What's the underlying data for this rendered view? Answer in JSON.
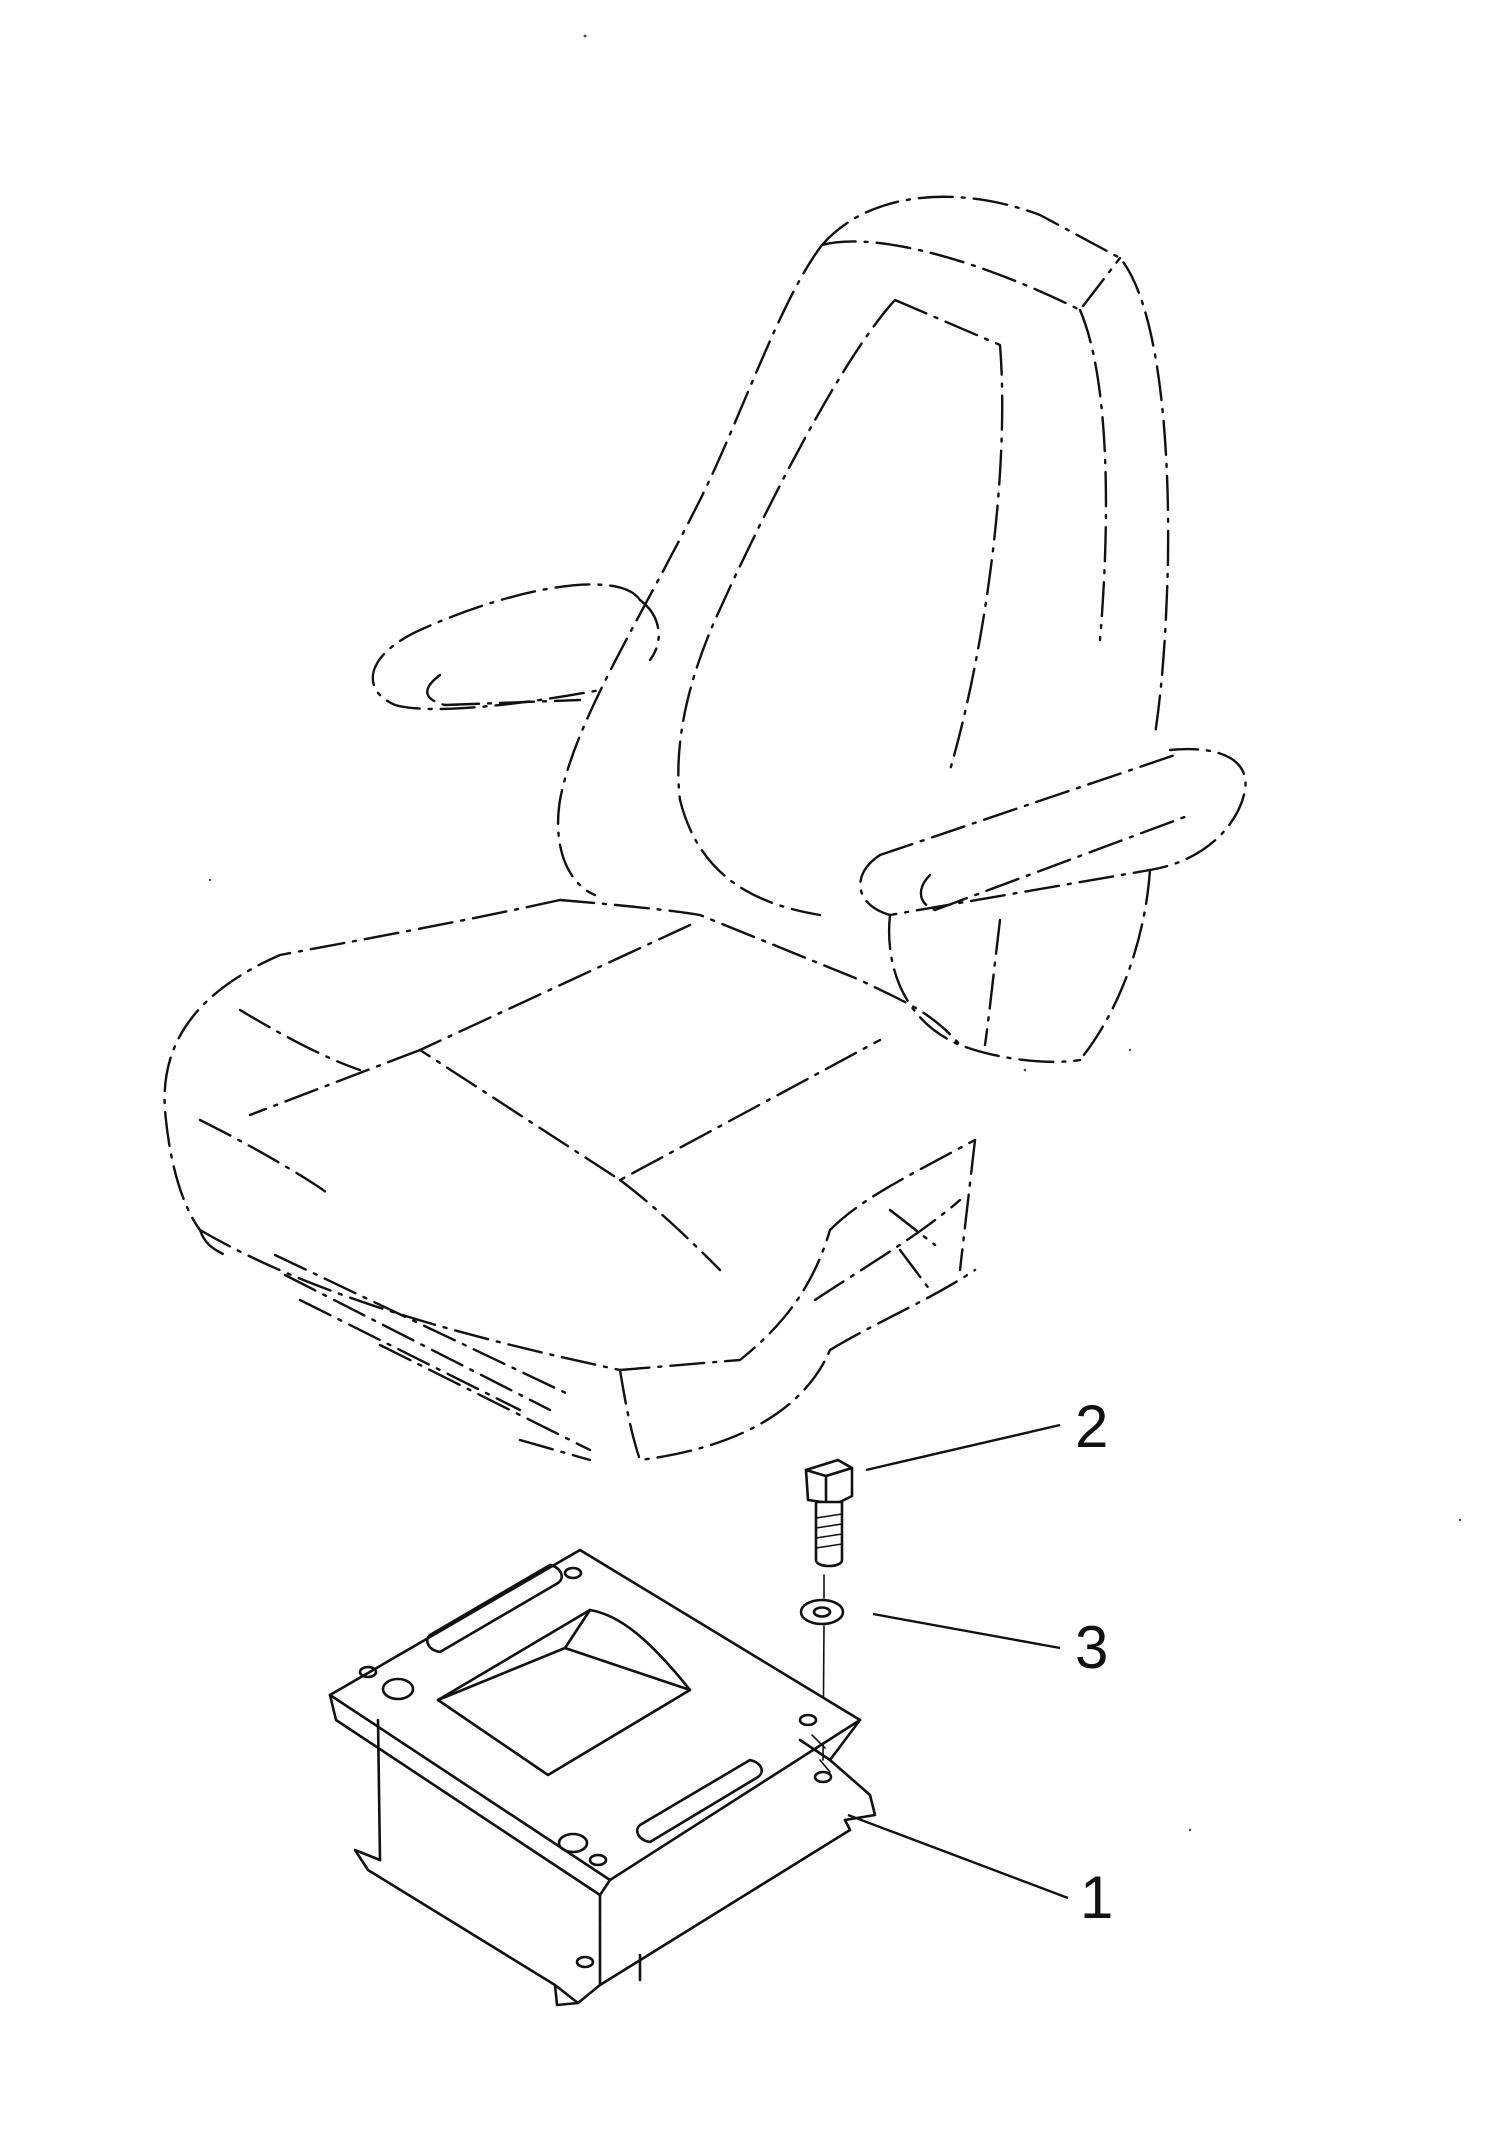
{
  "callouts": [
    {
      "id": "part-1",
      "label": "1"
    },
    {
      "id": "part-2",
      "label": "2"
    },
    {
      "id": "part-3",
      "label": "3"
    }
  ],
  "colors": {
    "line": "#111111",
    "background": "#ffffff"
  },
  "icons": {
    "seat": "operator-seat-icon",
    "bracket": "seat-bracket-icon",
    "bolt": "bolt-icon",
    "washer": "washer-icon"
  }
}
